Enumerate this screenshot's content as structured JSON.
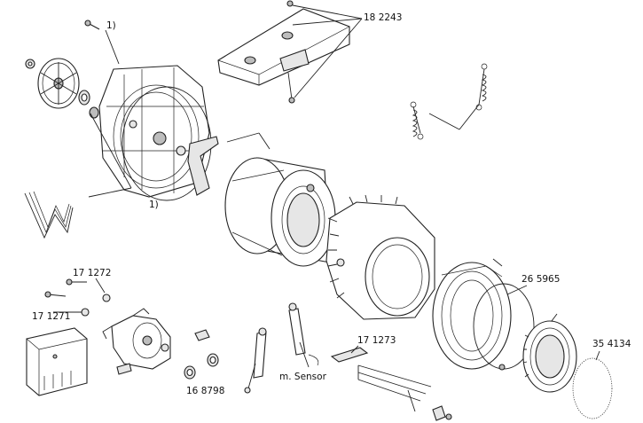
{
  "labels": {
    "footnote_top": "1)",
    "footnote_bottom": "1)",
    "code_18_2243": "18 2243",
    "code_26_5965": "26 5965",
    "code_35_4134": "35 4134",
    "code_17_1272": "17 1272",
    "code_17_1271": "17 1271",
    "code_17_1273": "17 1273",
    "code_16_8798": "16 8798",
    "sensor": "m. Sensor"
  }
}
